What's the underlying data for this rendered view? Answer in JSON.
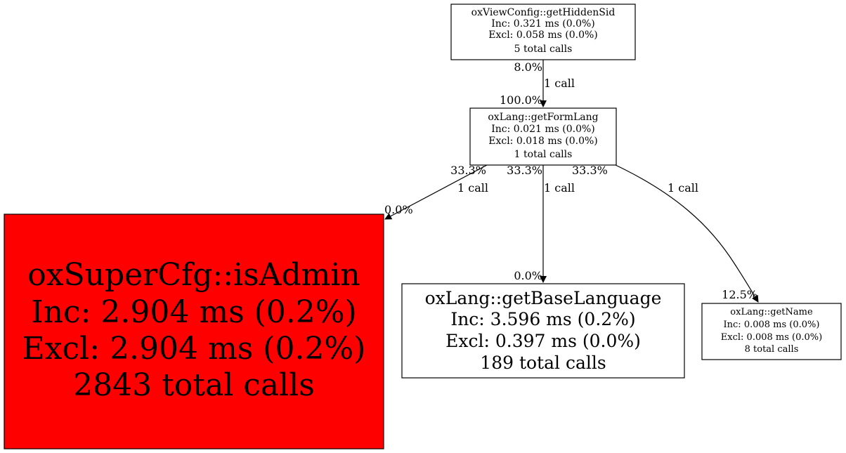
{
  "nodes": {
    "hidden_sid": {
      "lines": [
        "oxViewConfig::getHiddenSid",
        "Inc: 0.321 ms (0.0%)",
        "Excl: 0.058 ms (0.0%)",
        "5 total calls"
      ],
      "fill": "#ffffff"
    },
    "form_lang": {
      "lines": [
        "oxLang::getFormLang",
        "Inc: 0.021 ms (0.0%)",
        "Excl: 0.018 ms (0.0%)",
        "1 total calls"
      ],
      "fill": "#ffffff"
    },
    "is_admin": {
      "lines": [
        "oxSuperCfg::isAdmin",
        "Inc: 2.904 ms (0.2%)",
        "Excl: 2.904 ms (0.2%)",
        "2843 total calls"
      ],
      "fill": "#ff0000"
    },
    "base_language": {
      "lines": [
        "oxLang::getBaseLanguage",
        "Inc: 3.596 ms (0.2%)",
        "Excl: 0.397 ms (0.0%)",
        "189 total calls"
      ],
      "fill": "#ffffff"
    },
    "get_name": {
      "lines": [
        "oxLang::getName",
        "Inc: 0.008 ms (0.0%)",
        "Excl: 0.008 ms (0.0%)",
        "8 total calls"
      ],
      "fill": "#ffffff"
    }
  },
  "edges": {
    "hidden_to_form": {
      "tail": "8.0%",
      "label": "1 call",
      "head": "100.0%"
    },
    "form_to_admin": {
      "tail": "33.3%",
      "label": "1 call",
      "head": "0.0%"
    },
    "form_to_base": {
      "tail": "33.3%",
      "label": "1 call",
      "head": "0.0%"
    },
    "form_to_name": {
      "tail": "33.3%",
      "label": "1 call",
      "head": "12.5%"
    }
  }
}
